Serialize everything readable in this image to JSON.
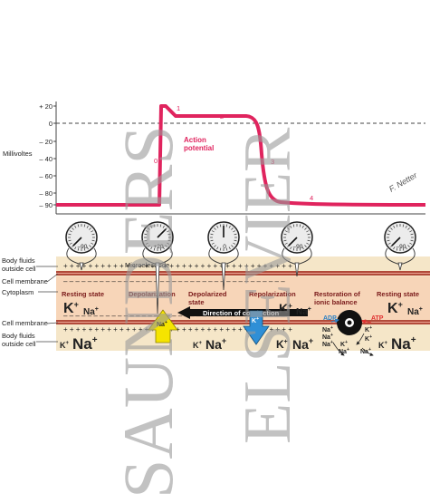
{
  "graph": {
    "ylabel": "Millivoltes",
    "yticks": [
      "+ 20",
      "0",
      "– 20",
      "– 40",
      "– 60",
      "– 80",
      "– 90"
    ],
    "action_label_1": "Action",
    "action_label_2": "potential",
    "points": [
      "0",
      "1",
      "2",
      "3",
      "4"
    ],
    "signature": "F. Netter"
  },
  "meters": [
    {
      "value": "–90"
    },
    {
      "value": "+20"
    },
    {
      "value": "0"
    },
    {
      "value": "–90"
    },
    {
      "value": "–90"
    }
  ],
  "labels": {
    "body_fluids_top_1": "Body fluids",
    "body_fluids_top_2": "outside cell",
    "cell_membrane_top": "Cell membrane",
    "microelectrode": "Microelectrode",
    "cytoplasm": "Cytoplasm",
    "cell_membrane_bottom": "Cell membrane",
    "body_fluids_bottom_1": "Body fluids",
    "body_fluids_bottom_2": "outside cell"
  },
  "states": {
    "resting_1": "Resting state",
    "depolarization": "Depolarization",
    "depolarized_1": "Depolarized",
    "depolarized_2": "state",
    "repolarization": "Repolarization",
    "restoration_1": "Restoration of",
    "restoration_2": "ionic balance",
    "resting_2": "Resting state"
  },
  "conduction": "Direction of conduction",
  "ions": {
    "k": "K",
    "na": "Na",
    "plus": "+",
    "adp": "ADP",
    "atp": "ATP"
  },
  "watermark": {
    "line1": "SAUNDERS",
    "line2": "ELSEVIER"
  },
  "colors": {
    "curve": "#e0245e",
    "membrane": "#b24a3a",
    "cytoplasm": "#f7d5b8",
    "fluid": "#f5e6c8",
    "na_arrow": "#f5e400",
    "k_arrow": "#2f8fd6",
    "adp": "#2a7fc4",
    "atp": "#e03030"
  }
}
